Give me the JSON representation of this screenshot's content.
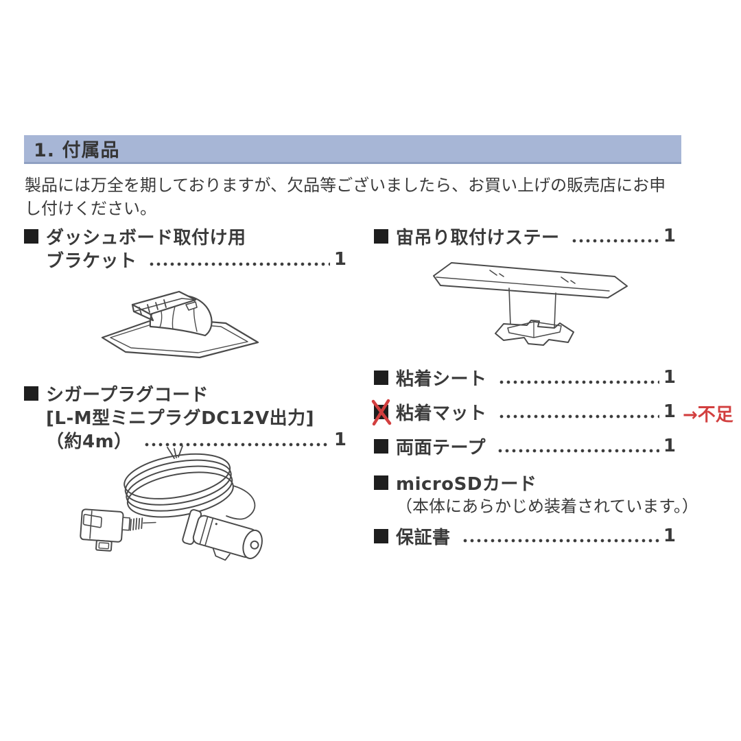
{
  "header": {
    "title": "1. 付属品"
  },
  "intro": {
    "lines": [
      "製品には万全を期しておりますが、欠品等ございましたら、お買い上げの販売店にお申",
      "し付けください。"
    ]
  },
  "left_items": [
    {
      "name": "dashboard-bracket",
      "lines": [
        "ダッシュボード取付け用",
        "ブラケット"
      ],
      "qty": "1"
    },
    {
      "name": "cigar-plug-cord",
      "lines": [
        "シガープラグコード",
        "[L-M型ミニプラグDC12V出力]",
        "（約4m）"
      ],
      "qty": "1"
    }
  ],
  "right_items": [
    {
      "name": "ceiling-mount-stay",
      "label": "宙吊り取付けステー",
      "qty": "1"
    },
    {
      "name": "adhesive-sheet",
      "label": "粘着シート",
      "qty": "1"
    },
    {
      "name": "adhesive-mat",
      "label": "粘着マット",
      "qty": "1",
      "crossed_out": true,
      "annotation": "→不足"
    },
    {
      "name": "double-sided-tape",
      "label": "両面テープ",
      "qty": "1"
    },
    {
      "name": "microsd-card",
      "label": "microSDカード",
      "note": "（本体にあらかじめ装着されています。）"
    },
    {
      "name": "warranty",
      "label": "保証書",
      "qty": "1"
    }
  ],
  "colors": {
    "header_bg": "#a7b6d6",
    "header_border": "#8fa0c2",
    "text": "#3a3a3a",
    "bullet": "#1e1e1e",
    "annotation_red": "#d23f3f",
    "line_art": "#4a4a4a"
  }
}
